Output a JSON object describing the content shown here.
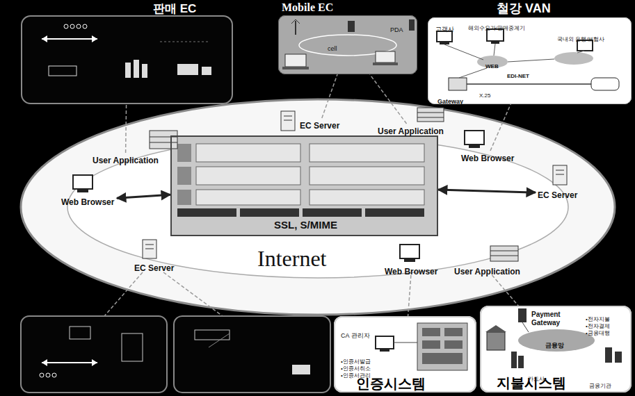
{
  "diagram": {
    "nodes": [
      {
        "text": [
          "판매 EC"
        ]
      },
      {
        "text": [
          "Mobile EC"
        ]
      },
      {
        "text": [
          "철강 VAN"
        ]
      },
      {
        "text": [
          "Internet"
        ]
      },
      {
        "text": [
          "User Application"
        ],
        "in": 3
      },
      {
        "text": [
          "EC Server"
        ],
        "in": 3
      },
      {
        "text": [
          "User Application"
        ],
        "in": 3
      },
      {
        "text": [
          "Web Browser"
        ],
        "in": 3
      },
      {
        "text": [
          "Web Browser"
        ],
        "in": 3
      },
      {
        "text": [
          "SSL, S/MIME"
        ],
        "in": 3
      },
      {
        "text": [
          "EC Server"
        ],
        "in": 3
      },
      {
        "text": [
          "EC Server"
        ],
        "in": 3
      },
      {
        "text": [
          "Web Browser"
        ],
        "in": 3
      },
      {
        "text": [
          "User Application"
        ],
        "in": 3
      },
      {
        "text": [
          "인증시스템"
        ]
      },
      {
        "text": [
          "지불시스템"
        ]
      }
    ],
    "edges": [
      {
        "from": 4,
        "to": 0,
        "arrow": "none"
      },
      {
        "from": 5,
        "to": 1,
        "arrow": "none"
      },
      {
        "from": 6,
        "to": 1,
        "arrow": "none"
      },
      {
        "from": 7,
        "to": 2,
        "arrow": "none"
      },
      {
        "from": 8,
        "to": 9,
        "arrow": "both"
      },
      {
        "from": 9,
        "to": 10,
        "arrow": "both"
      },
      {
        "from": 12,
        "to": 14,
        "arrow": "none"
      },
      {
        "from": 13,
        "to": 15,
        "arrow": "none"
      }
    ],
    "labels": [
      "PDA",
      "cell",
      "고객사",
      "해외수요가/판매중계기",
      "국내외 은행/보험사",
      "WEB",
      "EDI-NET",
      "X.25",
      "Gateway",
      "CA 관리자",
      "•인증서발급",
      "•인증서취소",
      "•인증서관리",
      "Payment Gateway",
      "•전자지불",
      "•전자결제",
      "•금융대행",
      "금융망",
      "카드사",
      "금융기관"
    ]
  }
}
